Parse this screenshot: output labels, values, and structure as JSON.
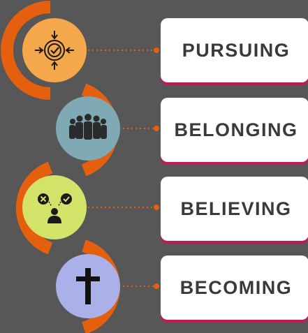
{
  "steps": [
    {
      "label": "PURSUING",
      "icon": "target-icon",
      "circle_color": "#f5a74b"
    },
    {
      "label": "BELONGING",
      "icon": "group-people-icon",
      "circle_color": "#7fa9b5"
    },
    {
      "label": "BELIEVING",
      "icon": "decision-person-icon",
      "circle_color": "#d3e36a"
    },
    {
      "label": "BECOMING",
      "icon": "cross-icon",
      "circle_color": "#a9b1e8"
    }
  ],
  "colors": {
    "background": "#575757",
    "ribbon": "#e4600f",
    "connector": "#e4600f",
    "card": "#ffffff",
    "card_shadow": "#c2185b",
    "text": "#3a3a3a"
  }
}
